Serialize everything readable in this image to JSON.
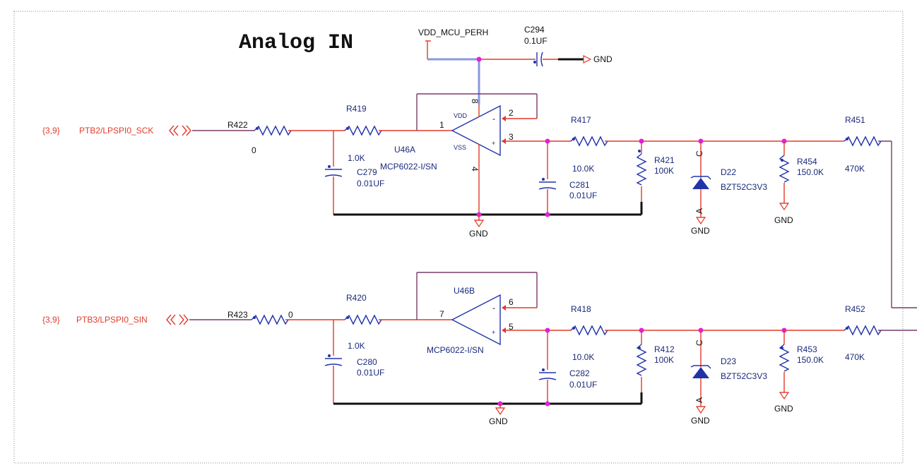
{
  "title": "Analog IN",
  "power_label": "VDD_MCU_PERH",
  "gnd_label": "GND",
  "cap_c294": {
    "ref": "C294",
    "value": "0.1UF"
  },
  "channel1": {
    "sheet_ref": "{3,9}",
    "net": "PTB2/LPSPI0_SCK",
    "r_series": {
      "ref": "R422",
      "value": "0"
    },
    "r_input": {
      "ref": "R419",
      "value": "1.0K"
    },
    "c_input": {
      "ref": "C279",
      "value": "0.01UF"
    },
    "opamp": {
      "ref": "U46A",
      "part": "MCP6022-I/SN",
      "vdd": "VDD",
      "vss": "VSS",
      "pin_out": "1",
      "pin_minus": "2",
      "pin_plus": "3",
      "pin_vdd": "8",
      "pin_vss": "4"
    },
    "r_filter": {
      "ref": "R417",
      "value": "10.0K"
    },
    "c_filter": {
      "ref": "C281",
      "value": "0.01UF"
    },
    "r_pull": {
      "ref": "R421",
      "value": "100K"
    },
    "diode": {
      "ref": "D22",
      "part": "BZT52C3V3",
      "cathode": "C",
      "anode": "A"
    },
    "r_shunt": {
      "ref": "R454",
      "value": "150.0K"
    },
    "r_out": {
      "ref": "R451",
      "value": "470K"
    }
  },
  "channel2": {
    "sheet_ref": "{3,9}",
    "net": "PTB3/LPSPI0_SIN",
    "r_series": {
      "ref": "R423",
      "value": "0"
    },
    "r_input": {
      "ref": "R420",
      "value": "1.0K"
    },
    "c_input": {
      "ref": "C280",
      "value": "0.01UF"
    },
    "opamp": {
      "ref": "U46B",
      "part": "MCP6022-I/SN",
      "pin_out": "7",
      "pin_minus": "6",
      "pin_plus": "5"
    },
    "r_filter": {
      "ref": "R418",
      "value": "10.0K"
    },
    "c_filter": {
      "ref": "C282",
      "value": "0.01UF"
    },
    "r_pull": {
      "ref": "R412",
      "value": "100K"
    },
    "diode": {
      "ref": "D23",
      "part": "BZT52C3V3",
      "cathode": "C",
      "anode": "A"
    },
    "r_shunt": {
      "ref": "R453",
      "value": "150.0K"
    },
    "r_out": {
      "ref": "R452",
      "value": "470K"
    }
  }
}
